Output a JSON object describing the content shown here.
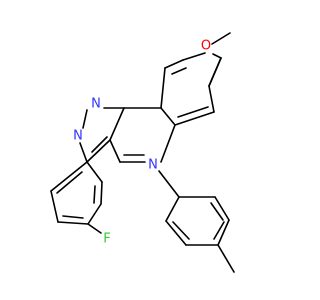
{
  "colors": {
    "bond": "#000000",
    "nitrogen": "#3333ff",
    "oxygen": "#ff0000",
    "fluorine": "#33cc33",
    "carbon": "#000000",
    "background": "#ffffff"
  },
  "atoms": {
    "O": "O",
    "N1": "N",
    "N2": "N",
    "N5": "N",
    "F": "F"
  }
}
